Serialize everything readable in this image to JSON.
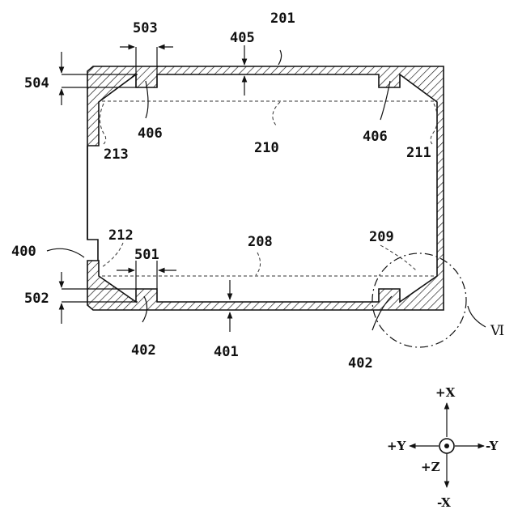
{
  "labels": {
    "l201": "201",
    "l503": "503",
    "l405": "405",
    "l504": "504",
    "l406a": "406",
    "l406b": "406",
    "l213": "213",
    "l210": "210",
    "l211": "211",
    "l400": "400",
    "l212": "212",
    "l501": "501",
    "l208": "208",
    "l209": "209",
    "l502": "502",
    "l402a": "402",
    "l402b": "402",
    "l401": "401",
    "lVI": "Ⅵ"
  },
  "axes": {
    "plus_x": "+X",
    "minus_x": "-X",
    "plus_y": "+Y",
    "minus_y": "-Y",
    "plus_z": "+Z"
  }
}
